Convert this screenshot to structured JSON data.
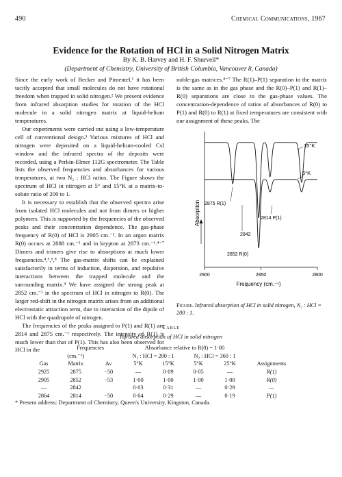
{
  "header": {
    "page_number": "490",
    "journal": "Chemical Communications, 1967"
  },
  "article": {
    "title": "Evidence for the Rotation of HCl in a Solid Nitrogen Matrix",
    "byline": "By K. B. Harvey and H. F. Shurvell*",
    "affiliation": "(Department of Chemistry, University of British Columbia, Vancouver 8, Canada)"
  },
  "body": {
    "left_paragraphs": [
      "Since the early work of Becker and Pimentel,¹ it has been tacitly accepted that small molecules do not have rotational freedom when trapped in solid nitrogen.² We present evidence from infrared absorption studies for rotation of the HCl molecule in a solid nitrogen matrix at liquid-helium temperatures.",
      "Our experiments were carried out using a low-temperature cell of conventional design.³ Various mixtures of HCl and nitrogen were deposited on a liquid-helium-cooled CsI window and the infrared spectra of the deposits were recorded, using a Perkin-Elmer 112G spectrometer. The Table lists the observed frequencies and absorbances for various temperatures, at two N₂ : HCl ratios. The Figure shows the spectrum of HCl in nitrogen at 5° and 15°K at a matrix-to-solute ratio of 200 to 1.",
      "It is necessary to establish that the observed spectra arise from isolated HCl molecules and not from dimers or higher polymers. This is supported by the frequencies of the observed peaks and their concentration dependence. The gas-phase frequency of R(0) of HCl is 2905 cm.⁻¹. In an argon matrix R(0) occurs at 2888 cm.⁻¹ and in krypton at 2873 cm.⁻¹.⁴⁻⁷ Dimers and trimers give rise to absorptions at much lower frequencies.⁴,⁵,⁶,⁸ The gas-matrix shifts can be explained satisfactorily in terms of induction, dispersion, and repulsive interactions between the trapped molecule and the surrounding matrix.⁴ We have assigned the strong peak at 2852 cm.⁻¹ in the spectrum of HCl in nitrogen to R(0). The larger red-shift in the nitrogen matrix arises from an additional electrostatic attraction term, due to interaction of the dipole of HCl with the quadrupole of nitrogen.",
      "The frequencies of the peaks assigned to P(1) and R(1) are 2814 and 2875 cm.⁻¹ respectively. The intensity of R(1) is much lower than that of P(1). This has also been observed for HCl in the"
    ],
    "right_paragraph": "noble-gas matrices.⁴⁻⁷ The R(1)–P(1) separation in the matrix is the same as in the gas phase and the R(0)–P(1) and R(1)–R(0) separations are close to the gas-phase values. The concentration-dependence of ratios of absorbances of R(0) to P(1) and R(0) to R(1) at fixed temperatures are consistent with our assignment of these peaks. The"
  },
  "figure": {
    "caption_label": "Figure.",
    "caption_text": "Infrared absorption of HCl in solid nitrogen, N₂ : HCl = 200 : 1.",
    "axis_y_label": "Absorption",
    "axis_x_label": "Frequency (cm.⁻¹)",
    "x_ticks": [
      "2900",
      "2850",
      "2800"
    ],
    "temps": [
      "15°K",
      "5°K"
    ],
    "peak_labels": [
      "2875 R(1)",
      "2814 P(1)",
      "2842",
      "2852 R(0)"
    ]
  },
  "table": {
    "heading": "Table",
    "caption": "Infrared absorption of HCl in solid nitrogen",
    "head1": {
      "freq": "Frequencies",
      "abs": "Absorbance relative to R(0) = 1·00"
    },
    "head2": {
      "units": "(cm.⁻¹)",
      "ratio200": "N₂ : HCl = 200 : 1",
      "ratio360": "N₂ : HCl = 360 : 1"
    },
    "columns": [
      "Gas",
      "Matrix",
      "Δν",
      "5°K",
      "15°K",
      "5°K",
      "25°K",
      "Assignments"
    ],
    "rows": [
      [
        "2925",
        "2875",
        "−50",
        "—",
        "0·09",
        "0·05",
        "—",
        "R(1)"
      ],
      [
        "2905",
        "2852",
        "−53",
        "1·00",
        "1·00",
        "1·00",
        "1·00",
        "R(0)"
      ],
      [
        "—",
        "2842",
        "",
        "0·03",
        "0·31",
        "—",
        "0·29",
        "—"
      ],
      [
        "2864",
        "2814",
        "−50",
        "0·04",
        "0·29",
        "—",
        "0·19",
        "P(1)"
      ]
    ]
  },
  "footnote": "* Present address: Department of Chemistry, Queen's University, Kingston, Canada.",
  "chart_data": {
    "type": "line",
    "title": "",
    "xlabel": "Frequency (cm.⁻¹)",
    "ylabel": "Absorption",
    "x_direction": "decreasing to the right",
    "xlim": [
      2900,
      2800
    ],
    "series": [
      {
        "name": "15°K",
        "peaks": [
          {
            "x": 2875,
            "label": "R(1)"
          },
          {
            "x": 2852,
            "label": "R(0)"
          },
          {
            "x": 2842
          },
          {
            "x": 2814,
            "label": "P(1)"
          }
        ]
      },
      {
        "name": "5°K",
        "peaks": [
          {
            "x": 2852,
            "label": "R(0)"
          },
          {
            "x": 2842
          },
          {
            "x": 2814,
            "label": "P(1)"
          }
        ]
      }
    ]
  }
}
